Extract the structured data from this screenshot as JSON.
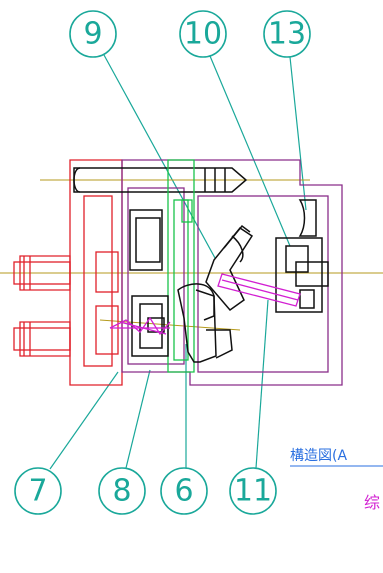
{
  "diagram": {
    "callouts_top": [
      "9",
      "10",
      "13"
    ],
    "callouts_bottom": [
      "7",
      "8",
      "6",
      "11"
    ],
    "caption_main": "構造図(A",
    "caption_side": "综"
  },
  "colors": {
    "callout": "#1aa89a",
    "body_red": "#e0202a",
    "body_purple": "#8a2e8a",
    "gasket_green": "#19c44a",
    "internals_black": "#111111",
    "centerline": "#b59a1c",
    "spring_magenta": "#d21fd2",
    "caption_blue": "#2a6fe0"
  }
}
